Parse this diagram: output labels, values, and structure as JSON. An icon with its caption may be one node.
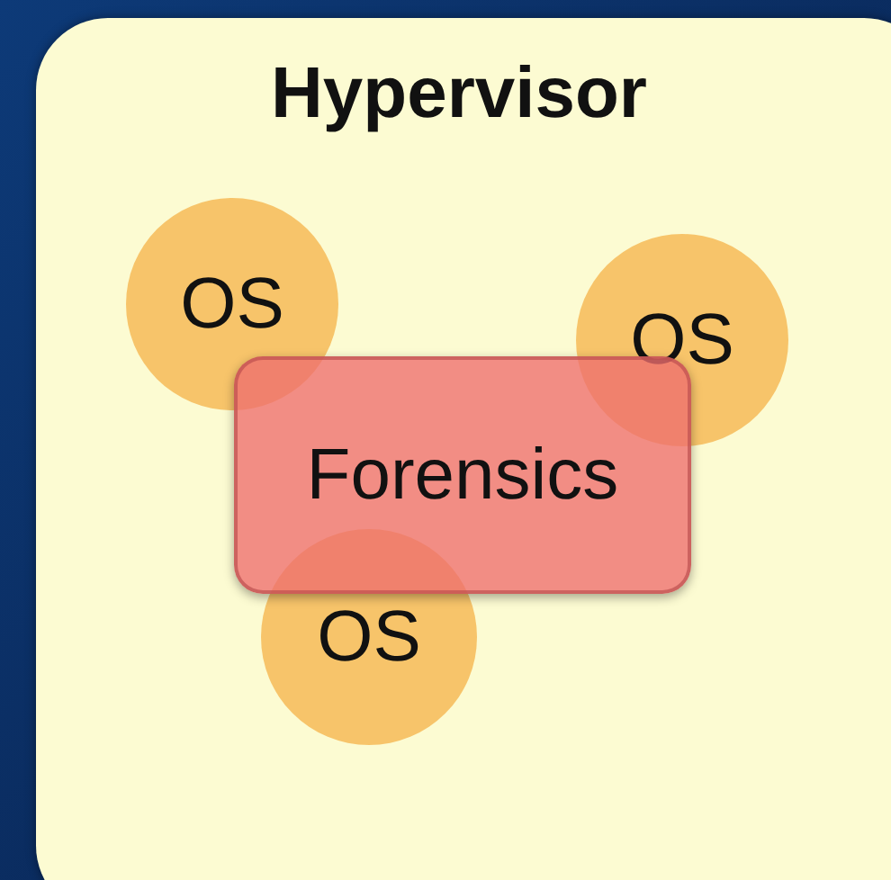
{
  "diagram": {
    "nodes": [
      {
        "text": [
          "Hypervisor"
        ]
      },
      {
        "text": [
          "OS"
        ],
        "in": 0
      },
      {
        "text": [
          "OS"
        ],
        "in": 0
      },
      {
        "text": [
          "Forensics"
        ],
        "in": 0
      },
      {
        "text": [
          "OS"
        ],
        "in": 0
      }
    ],
    "edges": []
  }
}
